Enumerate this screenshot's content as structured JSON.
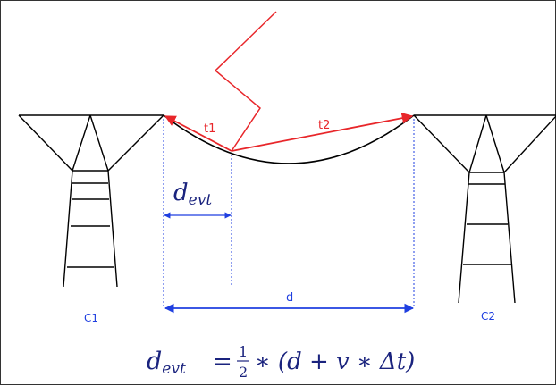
{
  "colors": {
    "structure": "#000000",
    "lightning": "#e8262a",
    "dimension": "#1f3fe0",
    "formula": "#1a237e"
  },
  "labels": {
    "t1": "t1",
    "t2": "t2",
    "d": "d",
    "c1": "C1",
    "c2": "C2",
    "d_evt_base": "d",
    "d_evt_sub": "evt"
  },
  "formula": {
    "lhs_base": "d",
    "lhs_sub": "evt",
    "equals": "=",
    "frac_num": "1",
    "frac_den": "2",
    "rest": "∗ (d + v ∗ Δt)"
  }
}
